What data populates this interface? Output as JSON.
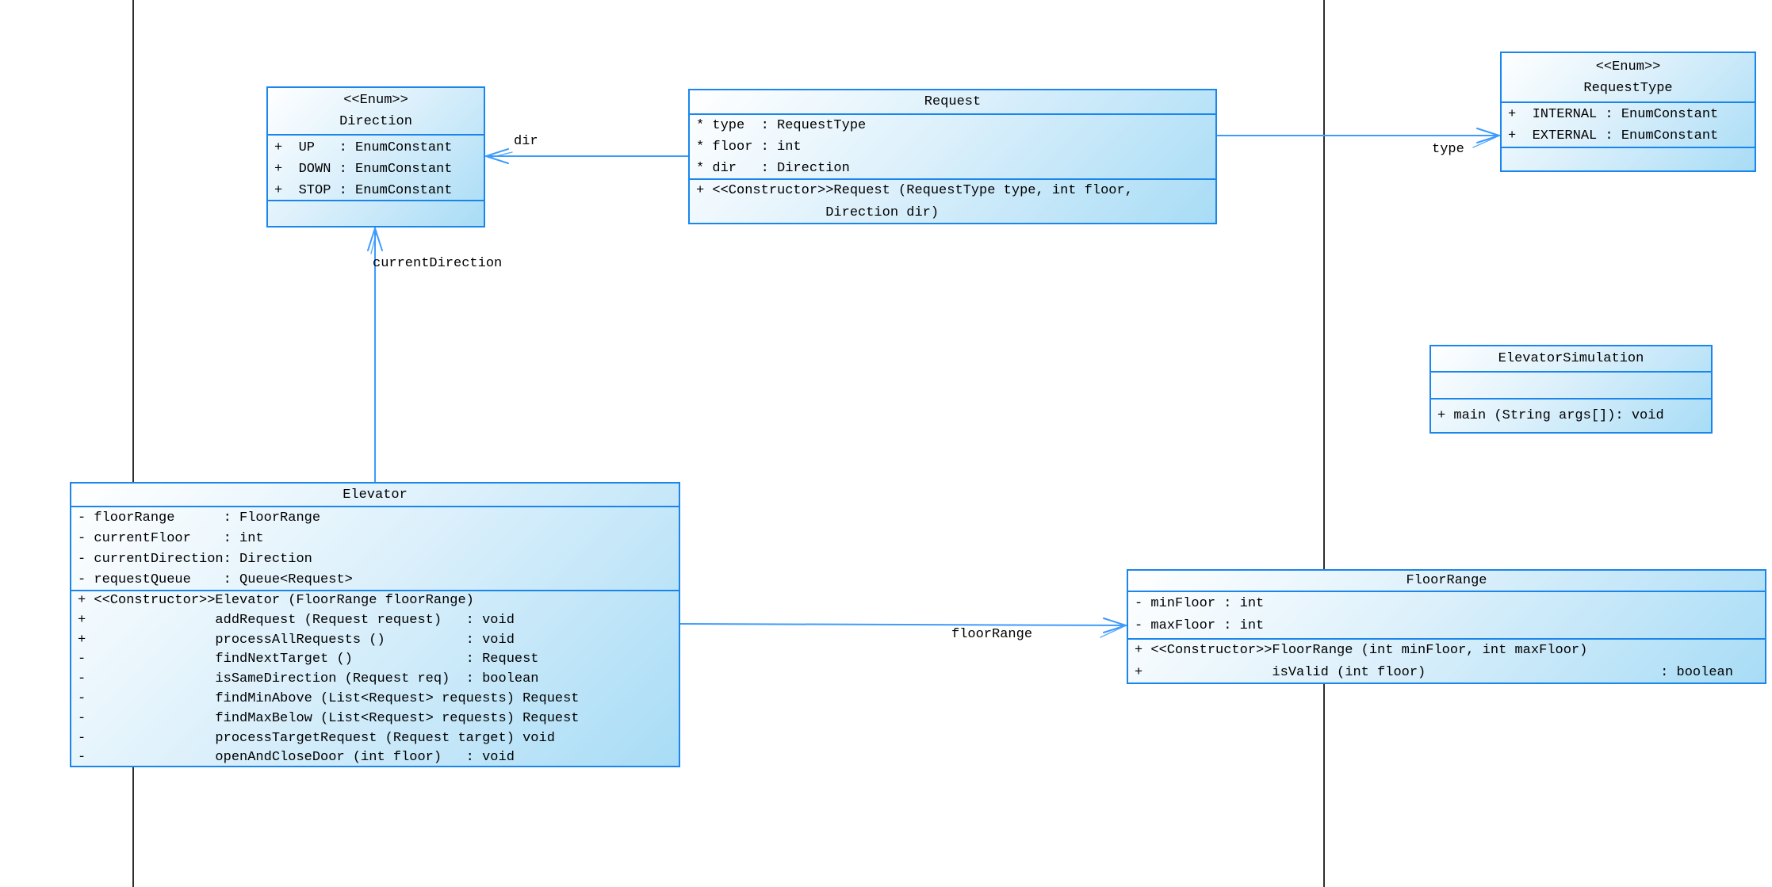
{
  "diagram": {
    "classes": [
      {
        "id": "direction",
        "stereotype": "<<Enum>>",
        "name": "Direction",
        "attributes": [
          "+  UP   : EnumConstant",
          "+  DOWN : EnumConstant",
          "+  STOP : EnumConstant"
        ],
        "operations": []
      },
      {
        "id": "request",
        "name": "Request",
        "attributes": [
          "* type  : RequestType",
          "* floor : int",
          "* dir   : Direction"
        ],
        "operations": [
          "+ <<Constructor>>Request (RequestType type, int floor,",
          "                Direction dir)"
        ]
      },
      {
        "id": "requesttype",
        "stereotype": "<<Enum>>",
        "name": "RequestType",
        "attributes": [
          "+  INTERNAL : EnumConstant",
          "+  EXTERNAL : EnumConstant"
        ],
        "operations": []
      },
      {
        "id": "elevatorsimulation",
        "name": "ElevatorSimulation",
        "attributes": [],
        "operations": [
          "+ main (String args[]): void"
        ]
      },
      {
        "id": "elevator",
        "name": "Elevator",
        "attributes": [
          "- floorRange      : FloorRange",
          "- currentFloor    : int",
          "- currentDirection: Direction",
          "- requestQueue    : Queue<Request>"
        ],
        "operations": [
          "+ <<Constructor>>Elevator (FloorRange floorRange)",
          "+                addRequest (Request request)   : void",
          "+                processAllRequests ()          : void",
          "-                findNextTarget ()              : Request",
          "-                isSameDirection (Request req)  : boolean",
          "-                findMinAbove (List<Request> requests) Request",
          "-                findMaxBelow (List<Request> requests) Request",
          "-                processTargetRequest (Request target) void",
          "-                openAndCloseDoor (int floor)   : void"
        ]
      },
      {
        "id": "floorrange",
        "name": "FloorRange",
        "attributes": [
          "- minFloor : int",
          "- maxFloor : int"
        ],
        "operations": [
          "+ <<Constructor>>FloorRange (int minFloor, int maxFloor)",
          "+                isValid (int floor)                             : boolean"
        ]
      }
    ],
    "connectors": [
      {
        "label": "dir"
      },
      {
        "label": "currentDirection"
      },
      {
        "label": "type"
      },
      {
        "label": "floorRange"
      }
    ],
    "colors": {
      "box_border": "#1a86ec",
      "box_fill_start": "#ffffff",
      "box_fill_end": "#a8dcf6",
      "connector": "#3d9bfd",
      "separator": "#2e2e2e"
    }
  }
}
